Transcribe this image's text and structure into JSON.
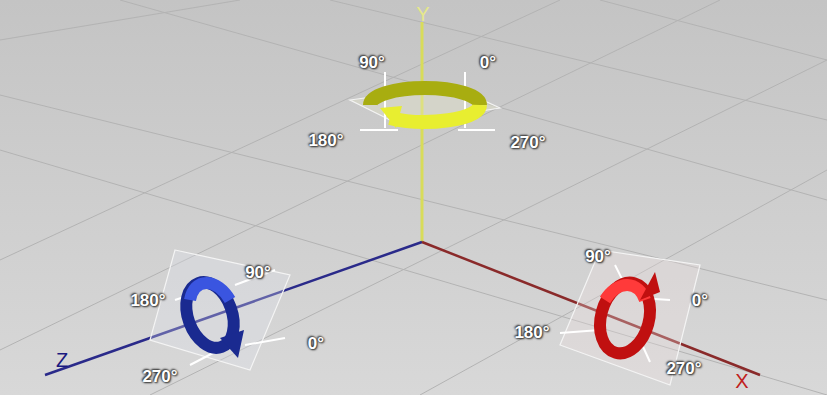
{
  "diagram": {
    "labels": [
      "Y",
      "90°",
      "0°",
      "180°",
      "270°",
      "Z",
      "90°",
      "180°",
      "0°",
      "270°",
      "90°",
      "0°",
      "180°",
      "270°",
      "X"
    ]
  }
}
